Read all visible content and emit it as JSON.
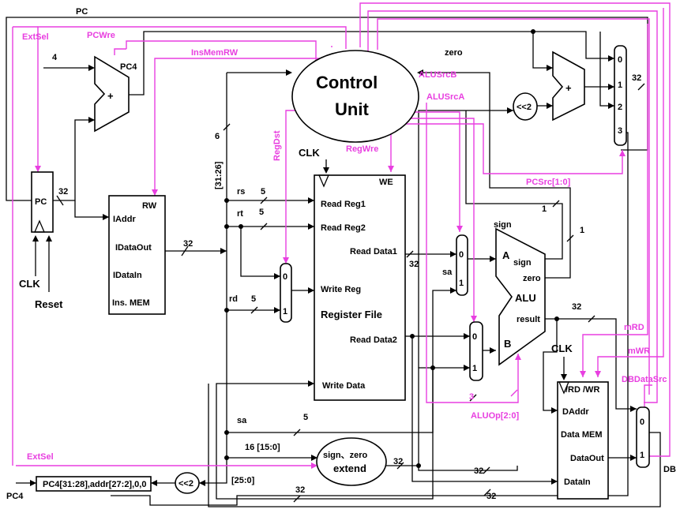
{
  "colors": {
    "control_signal": "#e83fe0",
    "datapath": "#000000"
  },
  "control_unit": {
    "line1": "Control",
    "line2": "Unit"
  },
  "pc": {
    "label": "PC",
    "clk": "CLK",
    "reset": "Reset",
    "width": "32"
  },
  "pc4_adder": {
    "const": "4",
    "sym": "+",
    "out": "PC4"
  },
  "ins_mem": {
    "rw": "RW",
    "iaddr": "IAddr",
    "idataout": "IDataOut",
    "idatain": "IDataIn",
    "name": "Ins. MEM",
    "width": "32"
  },
  "fields": {
    "op": "[31:26]",
    "op_width": "6",
    "rs": "rs",
    "rt": "rt",
    "rd": "rd",
    "sa": "sa",
    "imm": "16 [15:0]",
    "addr": "[25:0]",
    "five": "5"
  },
  "reg_file": {
    "we": "WE",
    "read_reg1": "Read Reg1",
    "read_reg2": "Read Reg2",
    "write_reg": "Write Reg",
    "name": "Register File",
    "read_data1": "Read Data1",
    "read_data2": "Read Data2",
    "write_data": "Write Data",
    "clk": "CLK",
    "width": "32"
  },
  "mux_labels": {
    "zero": "0",
    "one": "1",
    "two": "2",
    "three": "3"
  },
  "alu": {
    "a": "A",
    "b": "B",
    "name": "ALU",
    "sign_in": "sign",
    "sign_out": "sign",
    "zero": "zero",
    "result": "result",
    "sa": "sa",
    "one": "1",
    "width": "32"
  },
  "shift": {
    "label": "<<2"
  },
  "jump": {
    "concat": "PC4[31:28],addr[27:2],0,0",
    "pc4": "PC4"
  },
  "extend": {
    "line1": "sign、zero",
    "line2": "extend",
    "width": "32"
  },
  "data_mem": {
    "rd_wr": "/RD /WR",
    "daddr": "DAddr",
    "name": "Data MEM",
    "dataout": "DataOut",
    "datain": "DataIn",
    "clk": "CLK",
    "db": "DB"
  },
  "signals": {
    "pc": "PC",
    "extsel": "ExtSel",
    "pcwre": "PCWre",
    "insmemrw": "InsMemRW",
    "regdst": "RegDst",
    "regwre": "RegWre",
    "alusrcb": "ALUSrcB",
    "alusrca": "ALUSrcA",
    "pcsrc": "PCSrc[1:0]",
    "aluop": "ALUOp[2:0]",
    "aluop_width": "3",
    "mrd": "mRD",
    "mwr": "mWR",
    "dbdatasrc": "DBDataSrc",
    "zero": "zero"
  }
}
